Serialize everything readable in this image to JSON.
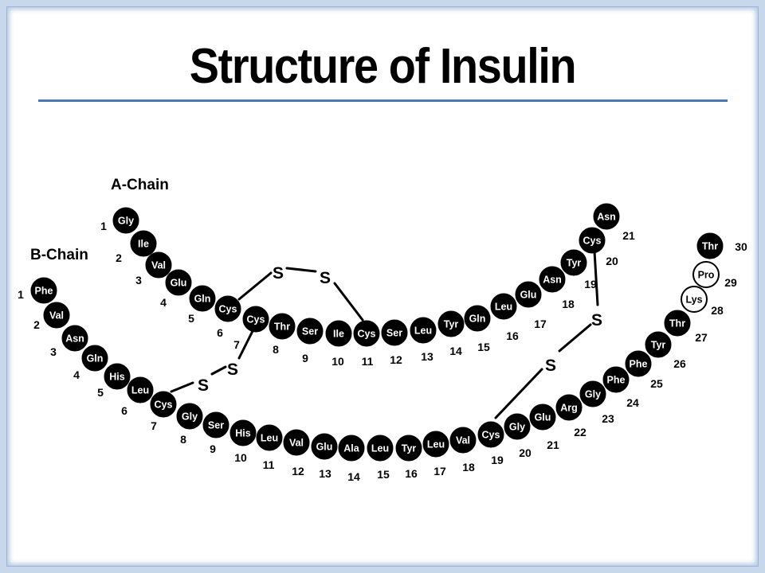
{
  "title": "Structure of Insulin",
  "labels": {
    "a_chain": "A-Chain",
    "b_chain": "B-Chain",
    "sulfur": "S"
  },
  "colors": {
    "residue_fill": "#000000",
    "residue_text": "#ffffff",
    "rule": "#4a78b5",
    "frame": "#c7d8ec"
  },
  "a_chain": [
    {
      "num": "1",
      "res": "Gly"
    },
    {
      "num": "2",
      "res": "Ile"
    },
    {
      "num": "3",
      "res": "Val"
    },
    {
      "num": "4",
      "res": "Glu"
    },
    {
      "num": "5",
      "res": "Gln"
    },
    {
      "num": "6",
      "res": "Cys"
    },
    {
      "num": "7",
      "res": "Cys"
    },
    {
      "num": "8",
      "res": "Thr"
    },
    {
      "num": "9",
      "res": "Ser"
    },
    {
      "num": "10",
      "res": "Ile"
    },
    {
      "num": "11",
      "res": "Cys"
    },
    {
      "num": "12",
      "res": "Ser"
    },
    {
      "num": "13",
      "res": "Leu"
    },
    {
      "num": "14",
      "res": "Tyr"
    },
    {
      "num": "15",
      "res": "Gln"
    },
    {
      "num": "16",
      "res": "Leu"
    },
    {
      "num": "17",
      "res": "Glu"
    },
    {
      "num": "18",
      "res": "Asn"
    },
    {
      "num": "19",
      "res": "Tyr"
    },
    {
      "num": "20",
      "res": "Cys"
    },
    {
      "num": "21",
      "res": "Asn"
    }
  ],
  "b_chain": [
    {
      "num": "1",
      "res": "Phe"
    },
    {
      "num": "2",
      "res": "Val"
    },
    {
      "num": "3",
      "res": "Asn"
    },
    {
      "num": "4",
      "res": "Gln"
    },
    {
      "num": "5",
      "res": "His"
    },
    {
      "num": "6",
      "res": "Leu"
    },
    {
      "num": "7",
      "res": "Cys"
    },
    {
      "num": "8",
      "res": "Gly"
    },
    {
      "num": "9",
      "res": "Ser"
    },
    {
      "num": "10",
      "res": "His"
    },
    {
      "num": "11",
      "res": "Leu"
    },
    {
      "num": "12",
      "res": "Val"
    },
    {
      "num": "13",
      "res": "Glu"
    },
    {
      "num": "14",
      "res": "Ala"
    },
    {
      "num": "15",
      "res": "Leu"
    },
    {
      "num": "16",
      "res": "Tyr"
    },
    {
      "num": "17",
      "res": "Leu"
    },
    {
      "num": "18",
      "res": "Val"
    },
    {
      "num": "19",
      "res": "Cys"
    },
    {
      "num": "20",
      "res": "Gly"
    },
    {
      "num": "21",
      "res": "Glu"
    },
    {
      "num": "22",
      "res": "Arg"
    },
    {
      "num": "23",
      "res": "Gly"
    },
    {
      "num": "24",
      "res": "Phe"
    },
    {
      "num": "25",
      "res": "Phe"
    },
    {
      "num": "26",
      "res": "Tyr"
    },
    {
      "num": "27",
      "res": "Thr"
    },
    {
      "num": "28",
      "res": "Lys",
      "open": true
    },
    {
      "num": "29",
      "res": "Pro",
      "open": true
    },
    {
      "num": "30",
      "res": "Thr"
    }
  ]
}
